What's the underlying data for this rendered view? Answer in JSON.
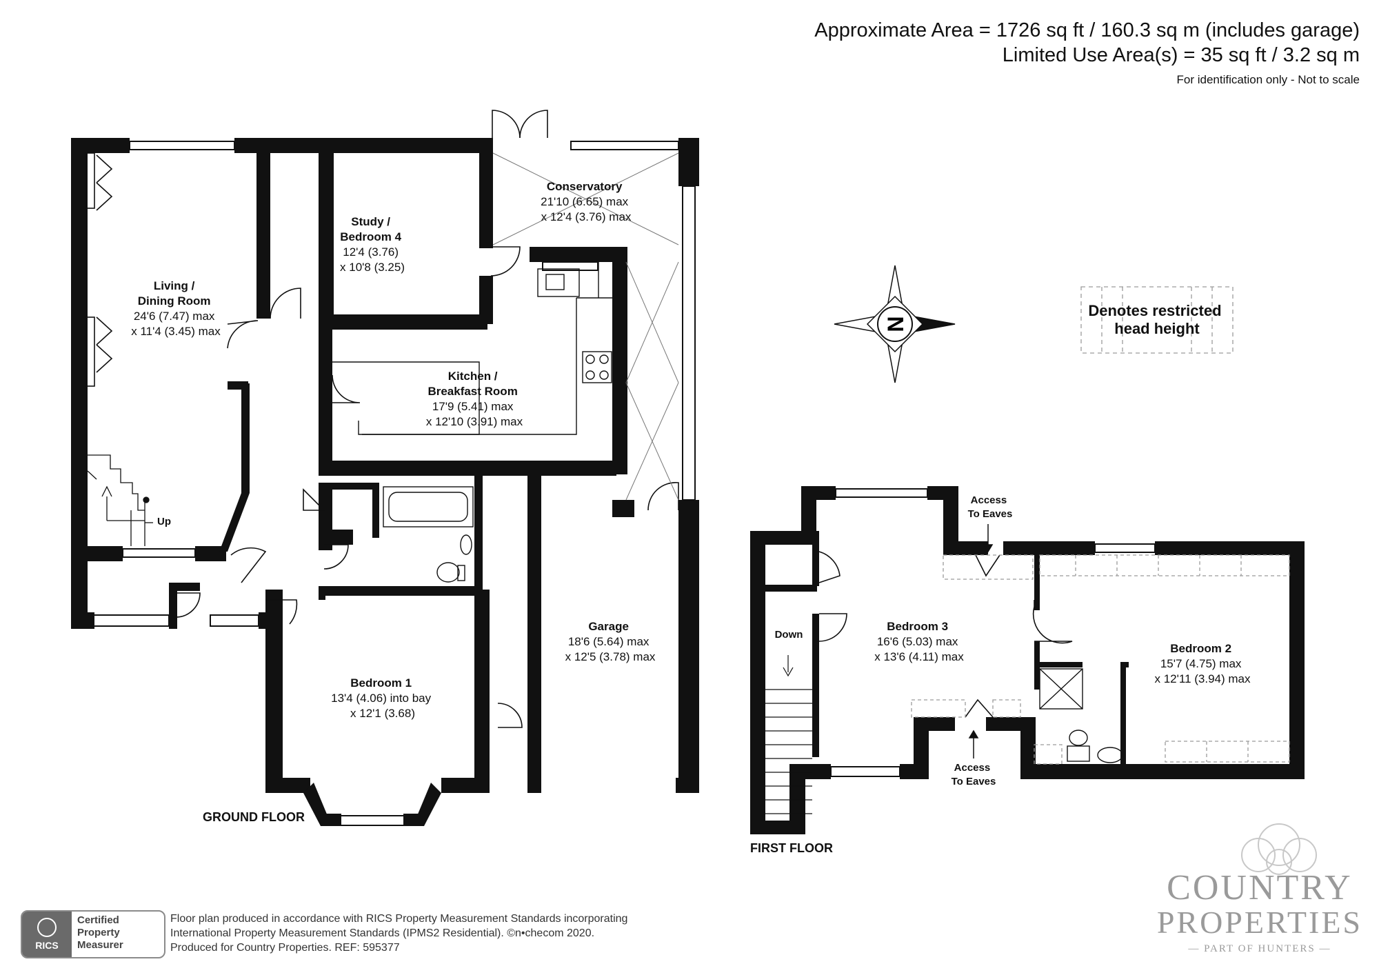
{
  "header": {
    "area_line": "Approximate Area = 1726 sq ft / 160.3 sq m (includes garage)",
    "limited_line": "Limited Use Area(s) = 35 sq ft / 3.2 sq m",
    "note": "For identification only - Not to scale"
  },
  "compass": {
    "letter": "N"
  },
  "legend": {
    "line1": "Denotes restricted",
    "line2": "head height"
  },
  "ground_floor": {
    "label": "GROUND FLOOR",
    "stairs_label": "Up",
    "rooms": {
      "living": [
        "Living /",
        "Dining Room",
        "24'6 (7.47) max",
        "x 11'4 (3.45) max"
      ],
      "study": [
        "Study /",
        "Bedroom 4",
        "12'4 (3.76)",
        "x 10'8 (3.25)"
      ],
      "conservatory": [
        "Conservatory",
        "21'10 (6.65) max",
        "x 12'4 (3.76) max"
      ],
      "kitchen": [
        "Kitchen /",
        "Breakfast Room",
        "17'9 (5.41) max",
        "x 12'10 (3.91) max"
      ],
      "garage": [
        "Garage",
        "18'6 (5.64) max",
        "x 12'5 (3.78) max"
      ],
      "bedroom1": [
        "Bedroom 1",
        "13'4 (4.06) into bay",
        "x 12'1 (3.68)"
      ]
    }
  },
  "first_floor": {
    "label": "FIRST FLOOR",
    "stairs_label": "Down",
    "eaves_top": [
      "Access",
      "To Eaves"
    ],
    "eaves_bottom": [
      "Access",
      "To Eaves"
    ],
    "rooms": {
      "bedroom3": [
        "Bedroom 3",
        "16'6 (5.03) max",
        "x 13'6 (4.11) max"
      ],
      "bedroom2": [
        "Bedroom 2",
        "15'7 (4.75) max",
        "x 12'11 (3.94) max"
      ]
    }
  },
  "footer": {
    "line1": "Floor plan produced in accordance with RICS Property Measurement Standards incorporating",
    "line2": "International Property Measurement Standards (IPMS2 Residential).   ©n•checom 2020.",
    "line3": "Produced for Country Properties.   REF: 595377"
  },
  "badge": {
    "org": "RICS",
    "line1": "Certified",
    "line2": "Property",
    "line3": "Measurer"
  },
  "brand": {
    "line1": "COUNTRY",
    "line2": "PROPERTIES",
    "line3": "— PART OF HUNTERS —"
  },
  "colors": {
    "wall": "#111111",
    "background": "#ffffff",
    "restricted_dash": "#9a9a9a",
    "brand": "#9a9a9a"
  }
}
